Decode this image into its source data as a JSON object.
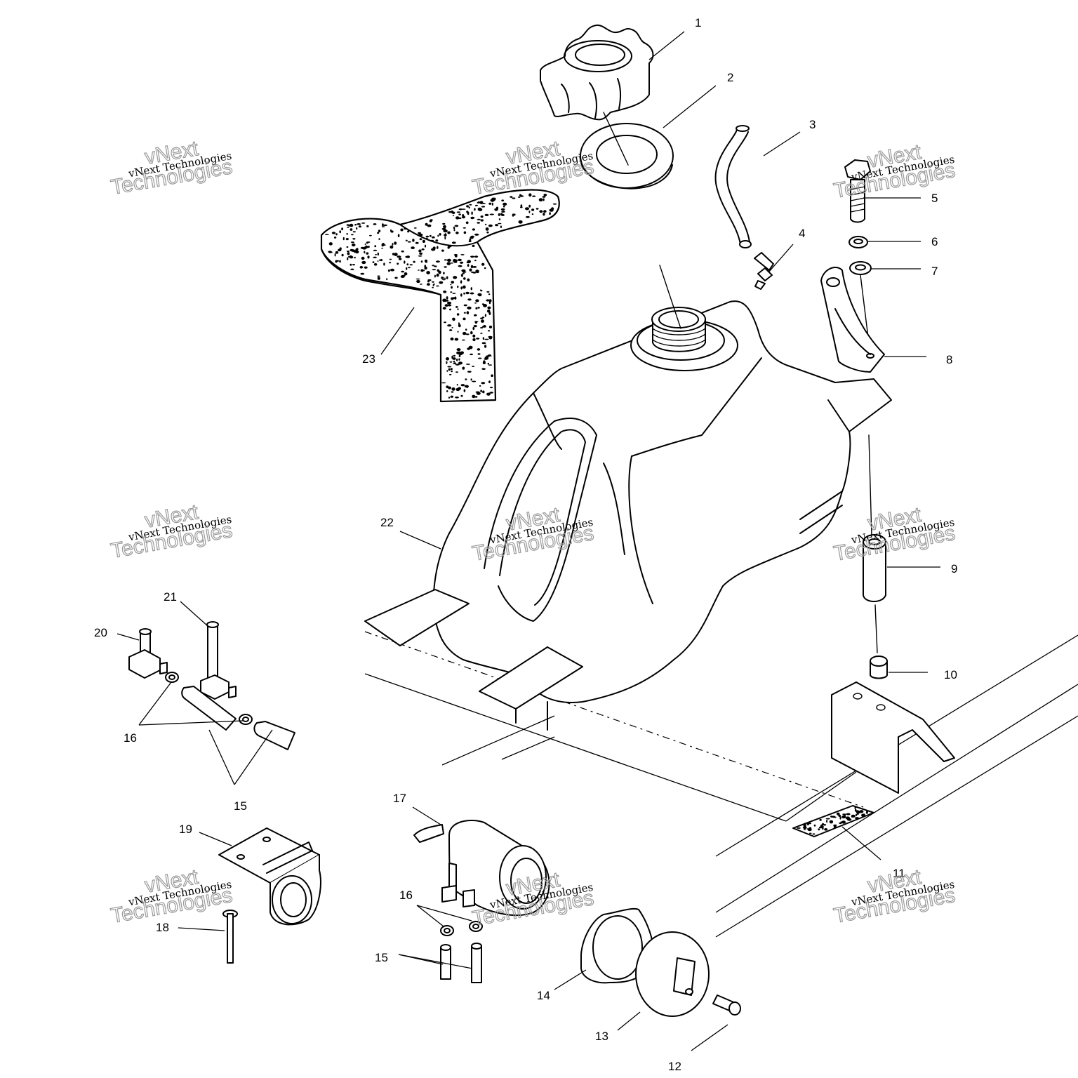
{
  "callouts": [
    {
      "label": "1"
    },
    {
      "label": "2"
    },
    {
      "label": "3"
    },
    {
      "label": "4"
    },
    {
      "label": "5"
    },
    {
      "label": "6"
    },
    {
      "label": "7"
    },
    {
      "label": "8"
    },
    {
      "label": "9"
    },
    {
      "label": "10"
    },
    {
      "label": "11"
    },
    {
      "label": "12"
    },
    {
      "label": "13"
    },
    {
      "label": "14"
    },
    {
      "label": "15"
    },
    {
      "label": "15"
    },
    {
      "label": "16"
    },
    {
      "label": "16"
    },
    {
      "label": "17"
    },
    {
      "label": "18"
    },
    {
      "label": "19"
    },
    {
      "label": "20"
    },
    {
      "label": "21"
    },
    {
      "label": "22"
    },
    {
      "label": "23"
    }
  ],
  "watermark": {
    "small_text": "vNext Technologies",
    "big_line1": "vNext",
    "big_line2": "Technologies"
  }
}
